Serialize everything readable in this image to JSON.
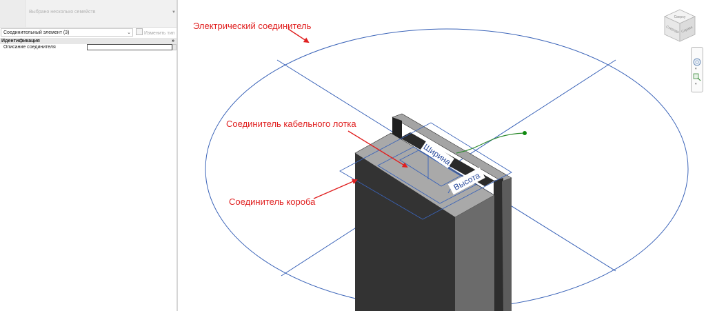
{
  "properties": {
    "type_selector": {
      "name": "Выбрано несколько семейств"
    },
    "instance_filter": "Соединительный элемент (3)",
    "edit_type_label": "Изменить тип",
    "section": {
      "title": "Идентификация",
      "collapse_glyph": "»"
    },
    "parameters": [
      {
        "label": "Описание соединителя",
        "value": ""
      }
    ]
  },
  "viewport": {
    "annotations": {
      "electrical": "Электрический соединитель",
      "cable_tray": "Соединитель кабельного лотка",
      "conduit": "Соединитель короба"
    },
    "dimension_labels": {
      "width": "Ширина",
      "height": "Высота"
    },
    "colors": {
      "annotation_red": "#e02020",
      "connector_blue": "#3a63b8",
      "flex_green": "#2e8b2e",
      "solid_dark": "#333333",
      "solid_mid": "#6b6b6b",
      "solid_top": "#a9a9a9"
    }
  },
  "viewcube": {
    "faces": [
      "Сверху",
      "Спереди",
      "Справа"
    ]
  },
  "navbar": {
    "icons": [
      "steering-wheel-icon",
      "zoom-icon"
    ]
  }
}
